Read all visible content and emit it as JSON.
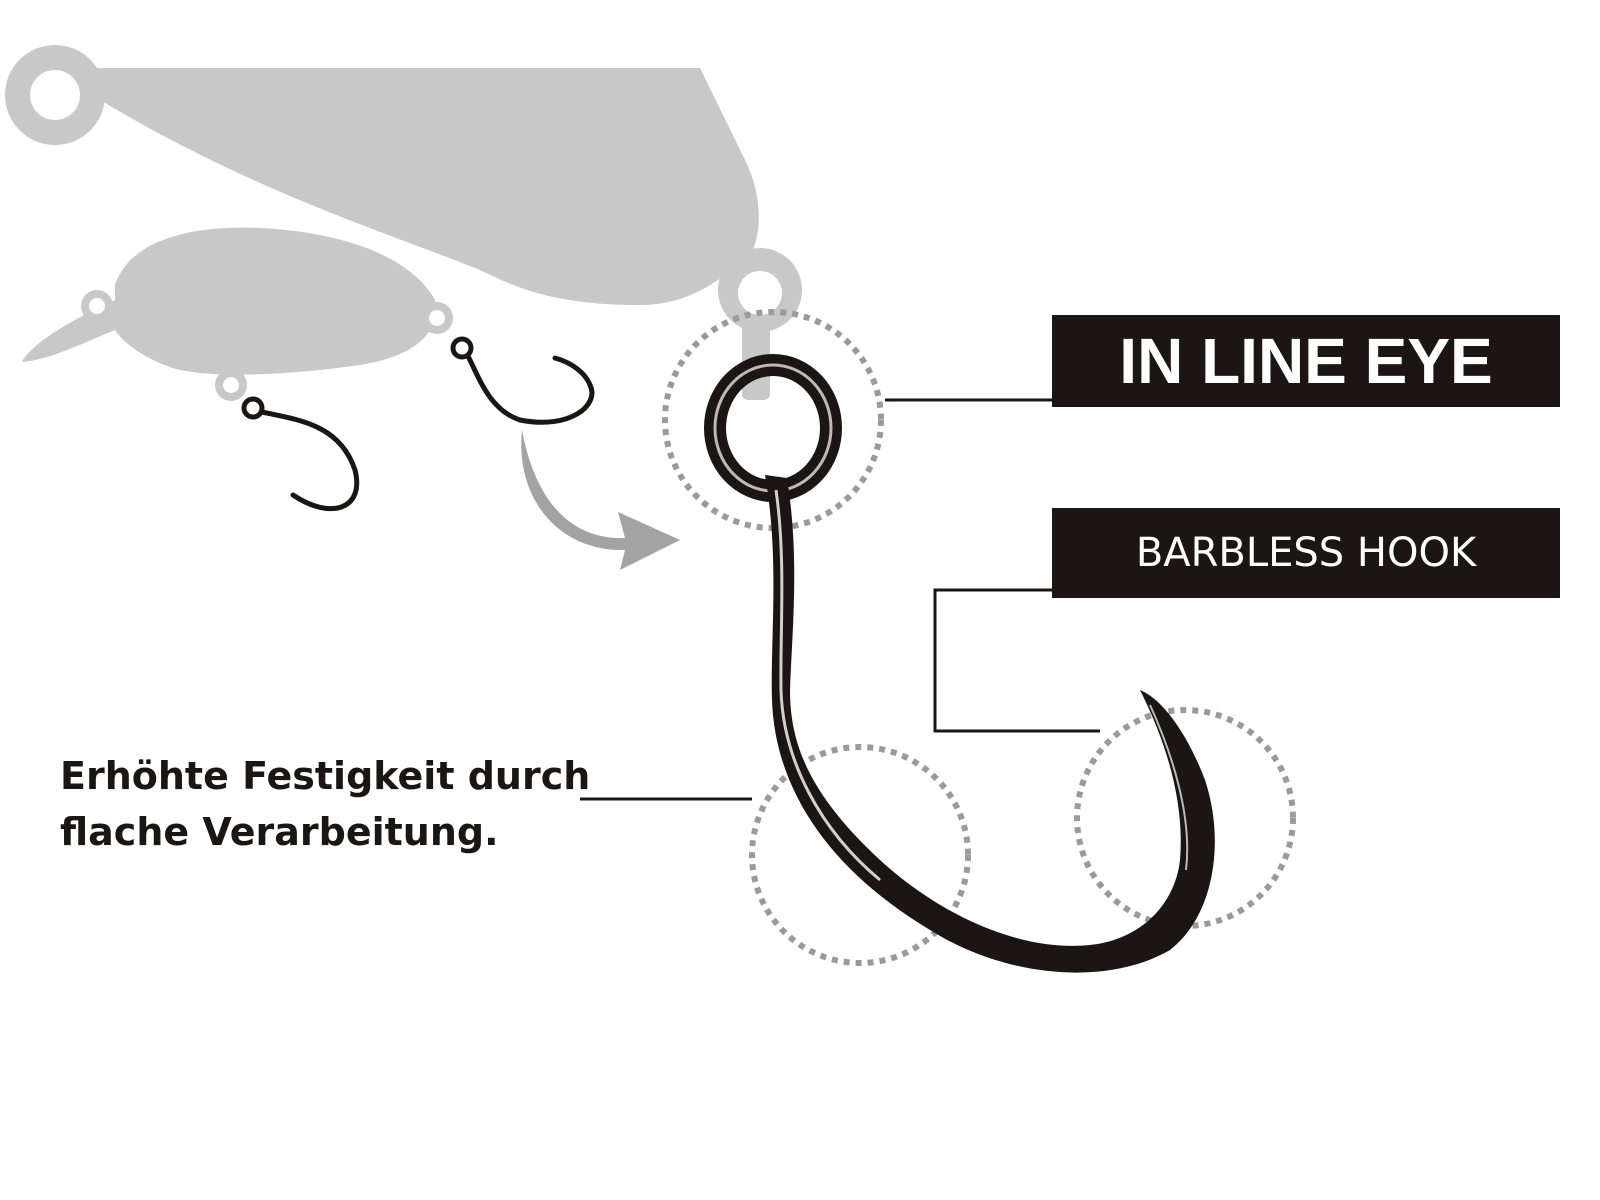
{
  "labels": {
    "in_line_eye": "IN LINE EYE",
    "barbless_hook": "BARBLESS HOOK"
  },
  "caption": {
    "line1": "Erhöhte Festigkeit durch",
    "line2": "flache Verarbeitung."
  },
  "colors": {
    "label_background": "#1c1516",
    "label_text": "#ffffff",
    "lure_gray": "#c8c8c9",
    "hook_black": "#1c1516",
    "dotted_circle": "#9a9a9a",
    "arrow_gray": "#a3a3a3"
  }
}
